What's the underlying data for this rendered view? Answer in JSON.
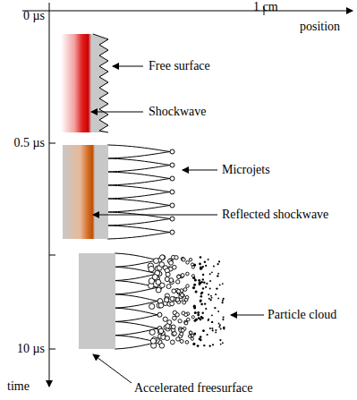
{
  "diagram": {
    "labels": [
      "1 cm",
      "position",
      "0 µs",
      "0.5 µs",
      "10 µs",
      "time",
      "Free surface",
      "Shockwave",
      "Microjets",
      "Reflected shockwave",
      "Particle cloud",
      "Accelerated freesurface"
    ]
  }
}
